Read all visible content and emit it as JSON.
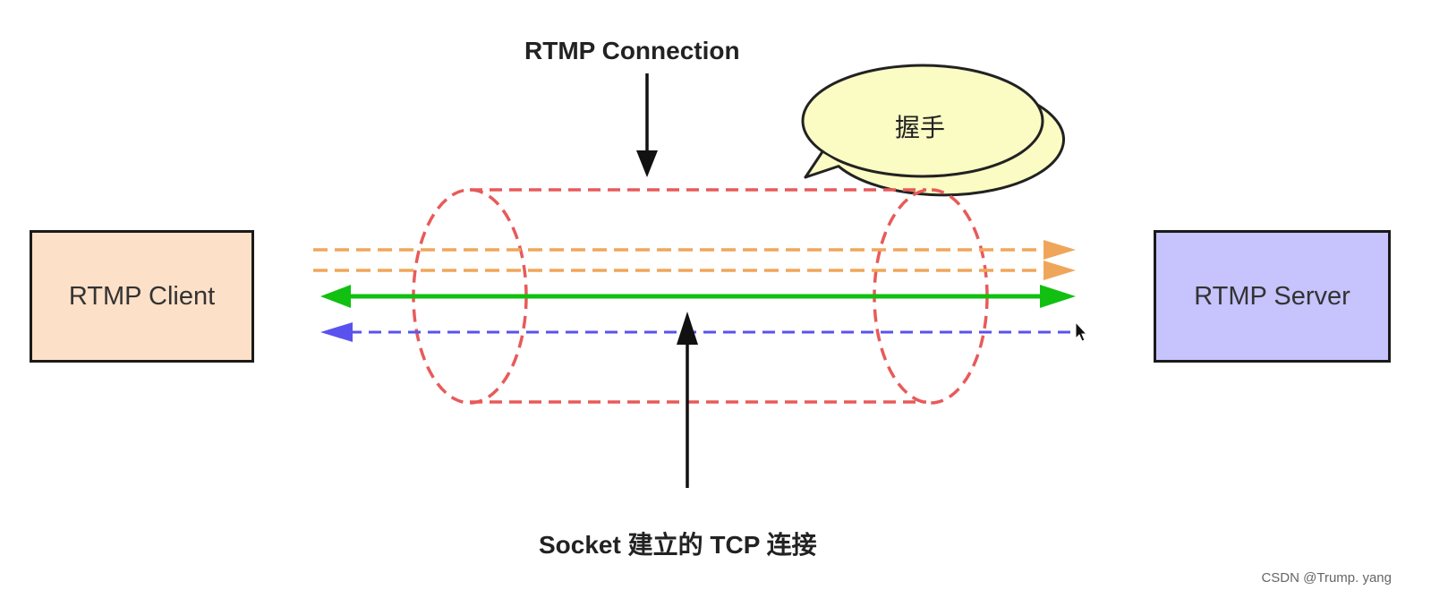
{
  "diagram": {
    "client_label": "RTMP Client",
    "server_label": "RTMP Server",
    "connection_label": "RTMP Connection",
    "handshake_label": "握手",
    "tcp_label": "Socket 建立的 TCP 连接",
    "watermark": "CSDN @Trump. yang"
  },
  "colors": {
    "client_fill": "#fde0c8",
    "server_fill": "#c6c3fd",
    "pipe": "#e85a5a",
    "orange_arrow": "#f0a65a",
    "green_arrow": "#11c011",
    "blue_arrow": "#5a52ee",
    "bubble_fill": "#fbfbc4"
  }
}
